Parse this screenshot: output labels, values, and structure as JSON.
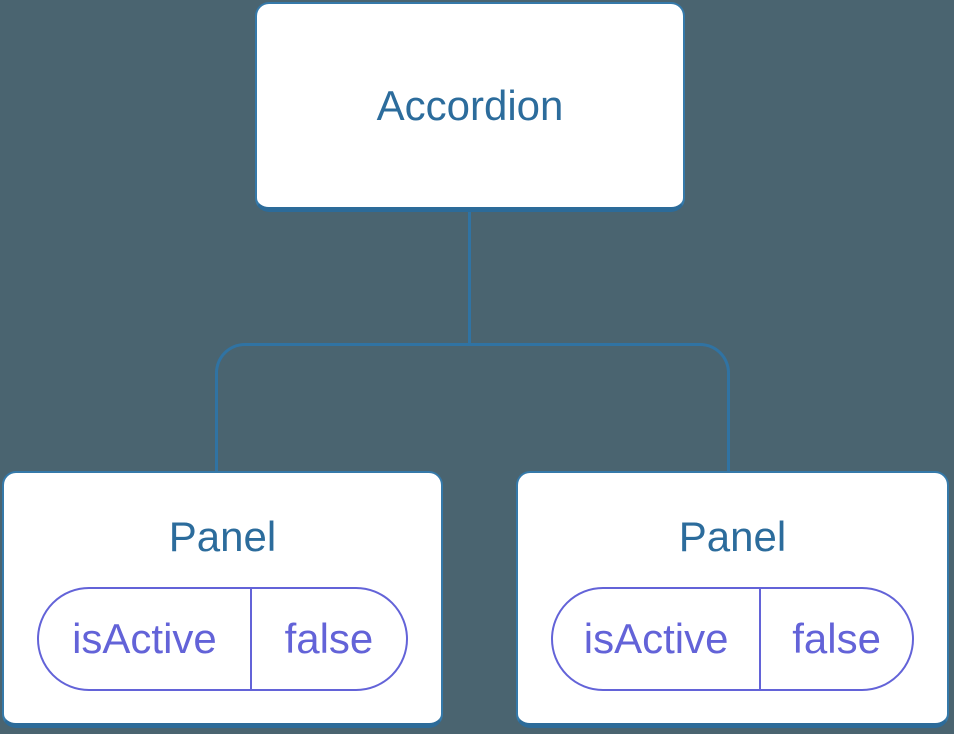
{
  "diagram": {
    "root": {
      "label": "Accordion"
    },
    "children": [
      {
        "label": "Panel",
        "state": {
          "name": "isActive",
          "value": "false"
        }
      },
      {
        "label": "Panel",
        "state": {
          "name": "isActive",
          "value": "false"
        }
      }
    ],
    "colors": {
      "background": "#4A6470",
      "node_fill": "#FFFFFF",
      "node_border": "#3579A9",
      "node_border_bottom": "#2C6B99",
      "node_label": "#2C6C9C",
      "connector": "#3073A3",
      "state_accent": "#6363D8"
    }
  }
}
